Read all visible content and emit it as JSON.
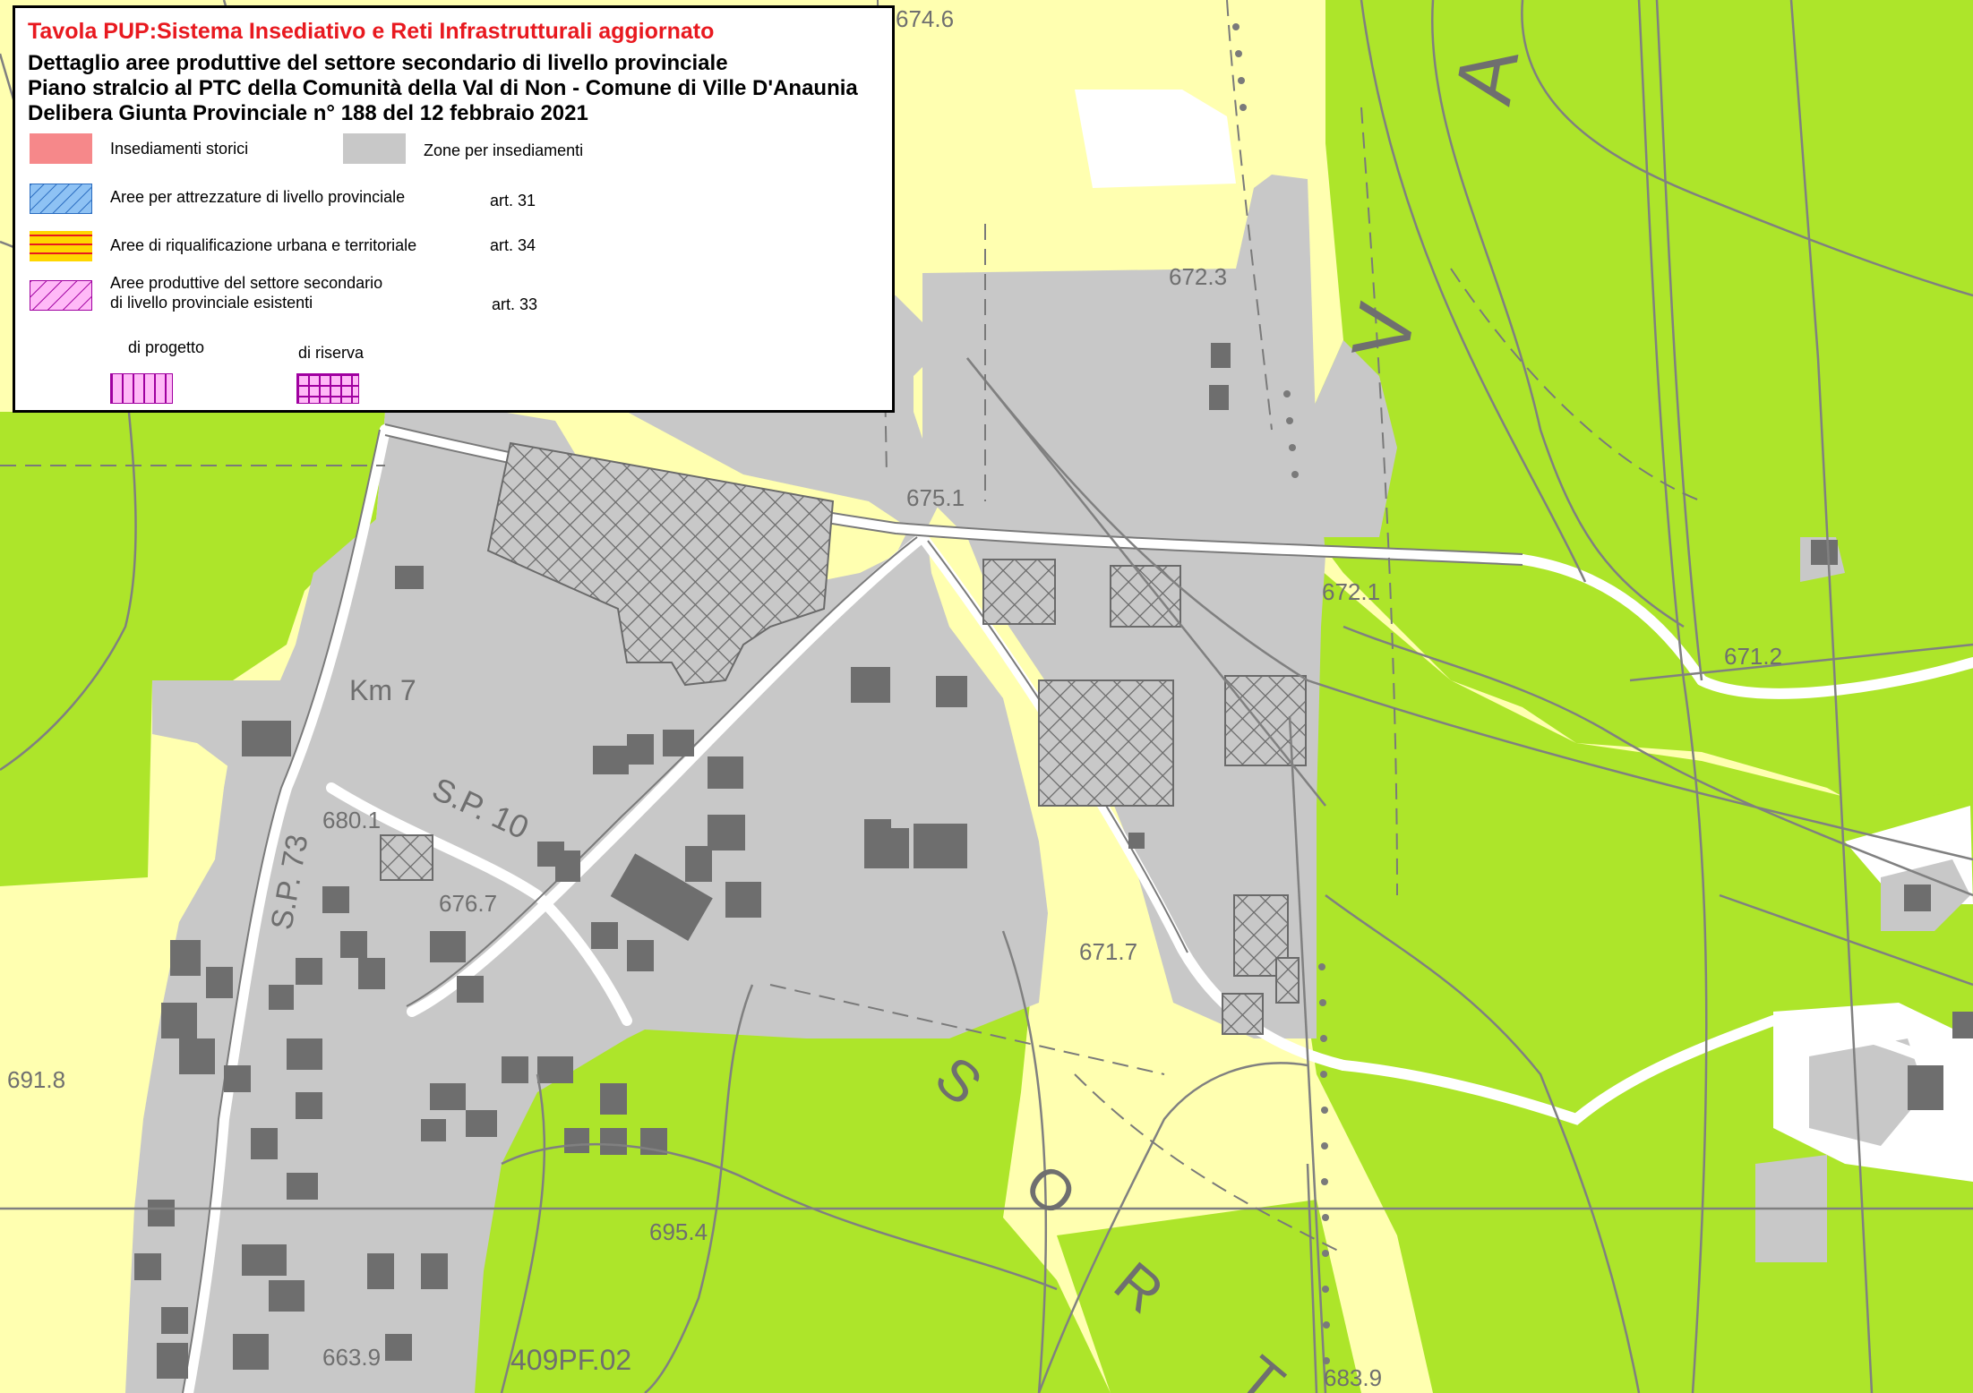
{
  "legend": {
    "title": "Tavola PUP:Sistema Insediativo e Reti Infrastrutturali aggiornato",
    "subtitle_1": "Dettaglio aree produttive del settore secondario di livello provinciale",
    "subtitle_2": "Piano stralcio al PTC della Comunità della Val di Non - Comune di Ville D'Anaunia",
    "subtitle_3": "Delibera Giunta Provinciale n° 188 del 12 febbraio 2021",
    "items": {
      "insediamenti_storici": "Insediamenti storici",
      "zone_insediamenti": "Zone per insediamenti",
      "attrezzature": "Aree per attrezzature di livello provinciale",
      "attrezzature_art": "art. 31",
      "riqualificazione": "Aree di riqualificazione urbana e territoriale",
      "riqualificazione_art": "art. 34",
      "produttive_1": "Aree produttive del settore secondario",
      "produttive_2": "di livello provinciale esistenti",
      "produttive_art": "art. 33",
      "progetto": "di progetto",
      "riserva": "di riserva"
    },
    "colors": {
      "title": "#e8191f",
      "insediamenti_storici": "#f6888a",
      "zone_insediamenti": "#c8c8c8",
      "attrezzature": "#5aa0e6",
      "riqualificazione": "#ffd700",
      "produttive": "#ff9ff5"
    }
  },
  "map": {
    "colors": {
      "agricultural_green": "#ade52a",
      "agricultural_yellow": "#ffffb0",
      "settlement_grey": "#c8c8c8",
      "building_dark": "#6e6e6e",
      "line_grey": "#777777"
    },
    "labels": {
      "elev_6746": "674.6",
      "elev_6723": "672.3",
      "elev_6751": "675.1",
      "elev_6721": "672.1",
      "elev_6712": "671.2",
      "elev_6801": "680.1",
      "elev_6767": "676.7",
      "elev_6717": "671.7",
      "elev_6918": "691.8",
      "elev_6954": "695.4",
      "elev_6639": "663.9",
      "elev_6839": "683.9",
      "parcel_409": "409PF.02",
      "km": "Km 7",
      "road_sp10": "S.P. 10",
      "road_sp73": "S.P. 73",
      "area_letter_v": "V",
      "area_letter_a": "A",
      "area_letters_sort": [
        "S",
        "O",
        "R",
        "T"
      ]
    }
  }
}
